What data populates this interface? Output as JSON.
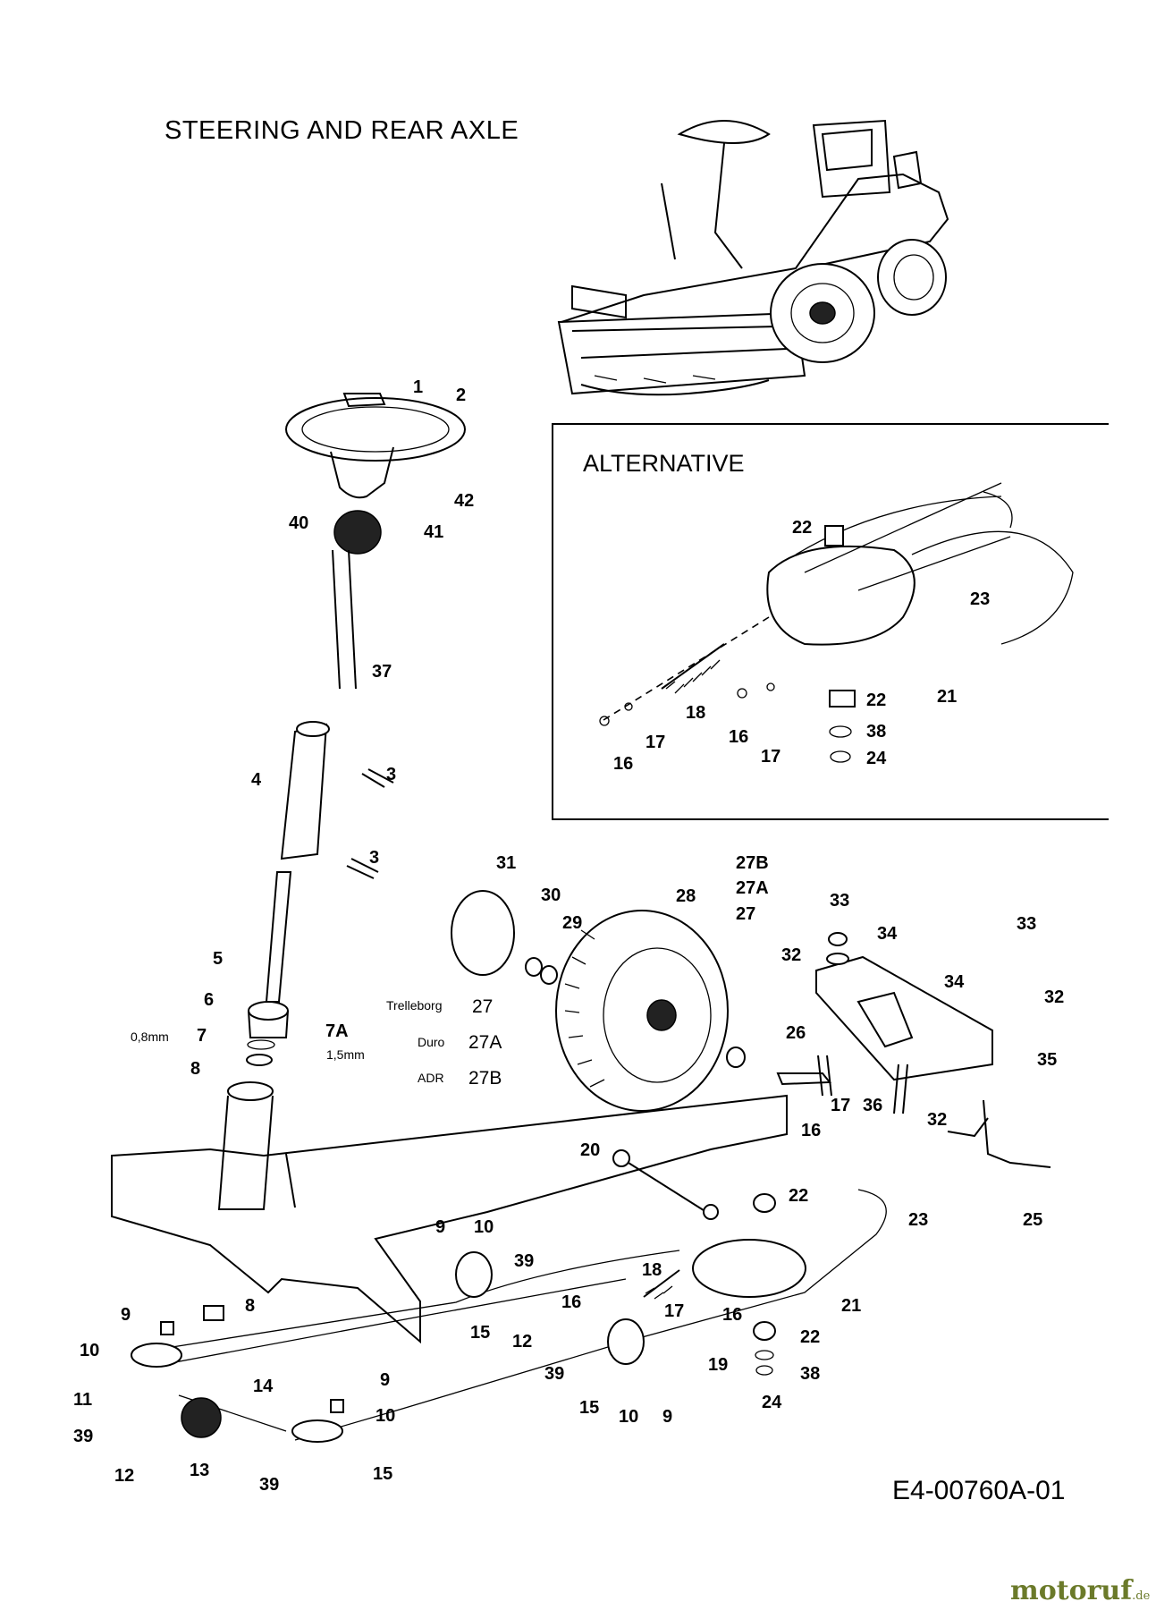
{
  "title": "STEERING AND REAR AXLE",
  "alternative_title": "ALTERNATIVE",
  "drawing_code": "E4-00760A-01",
  "brand": {
    "name": "motoruf",
    "tld": ".de",
    "color": "#6b7a2a"
  },
  "tire_variants": [
    {
      "brand": "Trelleborg",
      "part": "27"
    },
    {
      "brand": "Duro",
      "part": "27A"
    },
    {
      "brand": "ADR",
      "part": "27B"
    }
  ],
  "notes": {
    "shim_08": "0,8mm",
    "shim_15": "1,5mm"
  },
  "labels": [
    "1",
    "2",
    "42",
    "41",
    "40",
    "37",
    "3",
    "4",
    "3",
    "5",
    "6",
    "7",
    "7A",
    "8",
    "22",
    "23",
    "21",
    "18",
    "22",
    "38",
    "24",
    "16",
    "17",
    "16",
    "17",
    "31",
    "30",
    "29",
    "28",
    "27B",
    "27A",
    "27",
    "33",
    "34",
    "32",
    "33",
    "34",
    "32",
    "26",
    "35",
    "17",
    "16",
    "36",
    "32",
    "25",
    "20",
    "22",
    "23",
    "9",
    "10",
    "39",
    "18",
    "16",
    "17",
    "16",
    "21",
    "15",
    "12",
    "39",
    "22",
    "19",
    "38",
    "24",
    "15",
    "10",
    "9",
    "9",
    "8",
    "10",
    "14",
    "11",
    "39",
    "12",
    "13",
    "9",
    "10",
    "39",
    "15"
  ]
}
